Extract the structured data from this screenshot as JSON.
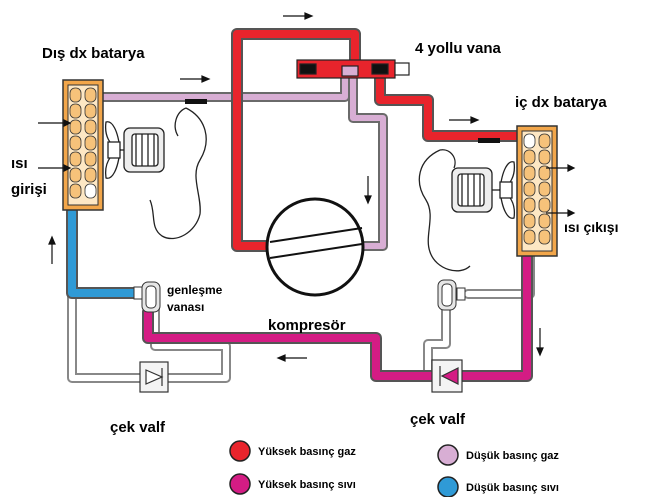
{
  "labels": {
    "outdoor_coil": "Dış dx batarya",
    "four_way_valve": "4 yollu vana",
    "indoor_coil": "iç dx batarya",
    "heat_input_1": "ısı",
    "heat_input_2": "girişi",
    "heat_output": "ısı çıkışı",
    "expansion_valve_1": "genleşme",
    "expansion_valve_2": "vanası",
    "compressor": "kompresör",
    "check_valve_left": "çek valf",
    "check_valve_right": "çek valf"
  },
  "legend": [
    {
      "label": "Yüksek basınç gaz",
      "color": "#e8242c"
    },
    {
      "label": "Düşük basınç gaz",
      "color": "#d8aed4"
    },
    {
      "label": "Yüksek basınç sıvı",
      "color": "#d41c84"
    },
    {
      "label": "Düşük basınç sıvı",
      "color": "#2f9ad6"
    }
  ],
  "colors": {
    "high_pressure_gas": "#e8242c",
    "low_pressure_gas": "#d8aed4",
    "high_pressure_liquid": "#d41c84",
    "low_pressure_liquid": "#2f9ad6",
    "coil_frame": "#f2a64a"
  }
}
